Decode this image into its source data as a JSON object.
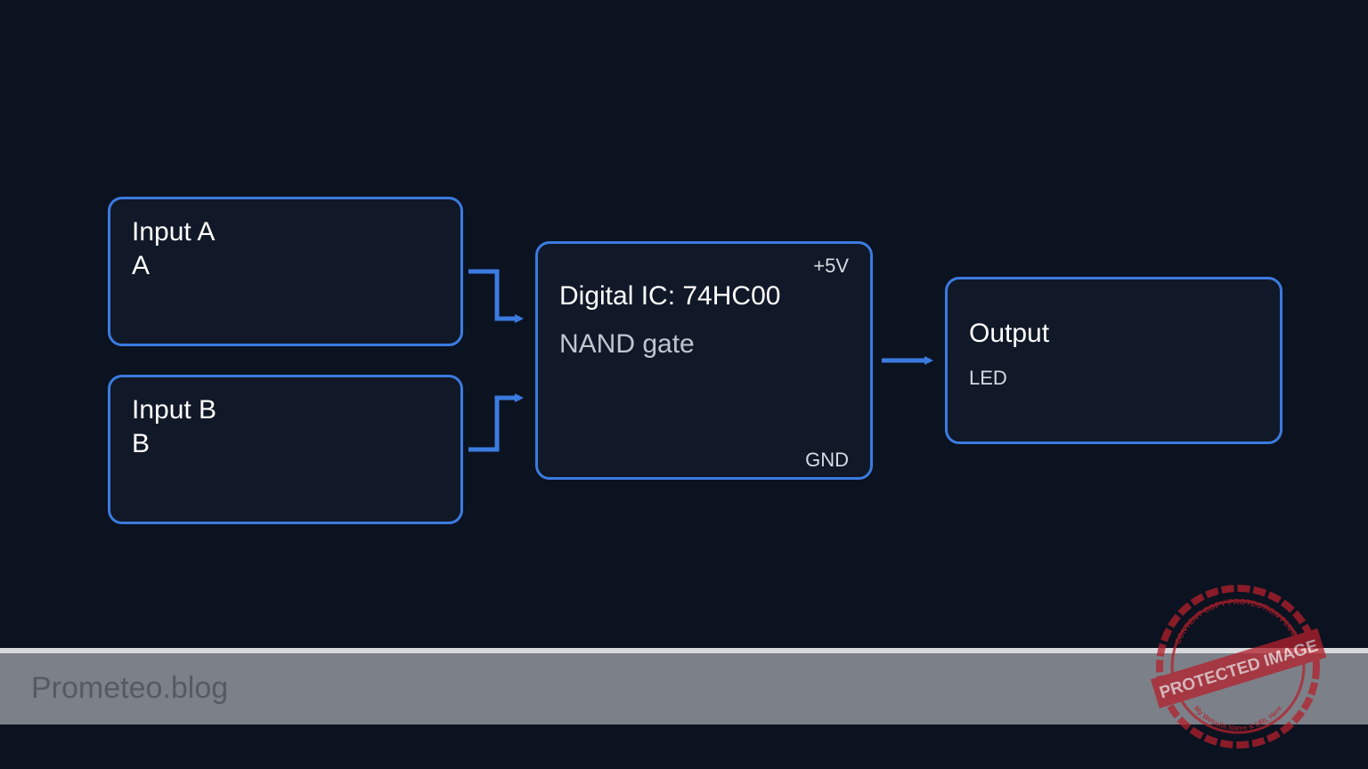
{
  "diagram": {
    "input_a": {
      "title": "Input A",
      "label": "A"
    },
    "input_b": {
      "title": "Input B",
      "label": "B"
    },
    "ic": {
      "title": "Digital IC: 74HC00",
      "subtitle": "NAND gate",
      "vcc": "+5V",
      "gnd": "GND"
    },
    "output": {
      "title": "Output",
      "label": "LED"
    }
  },
  "footer": {
    "brand": "Prometeo.blog"
  },
  "watermark": {
    "text": "PROTECTED IMAGE",
    "ring_text": "CONTENT COPY PROTECTION PLUGIN",
    "bottom_text": "My Website Name & URL Here"
  },
  "colors": {
    "background": "#0b1220",
    "accent": "#3b7be0",
    "box_fill": "#111827",
    "stamp": "#b3202b"
  }
}
